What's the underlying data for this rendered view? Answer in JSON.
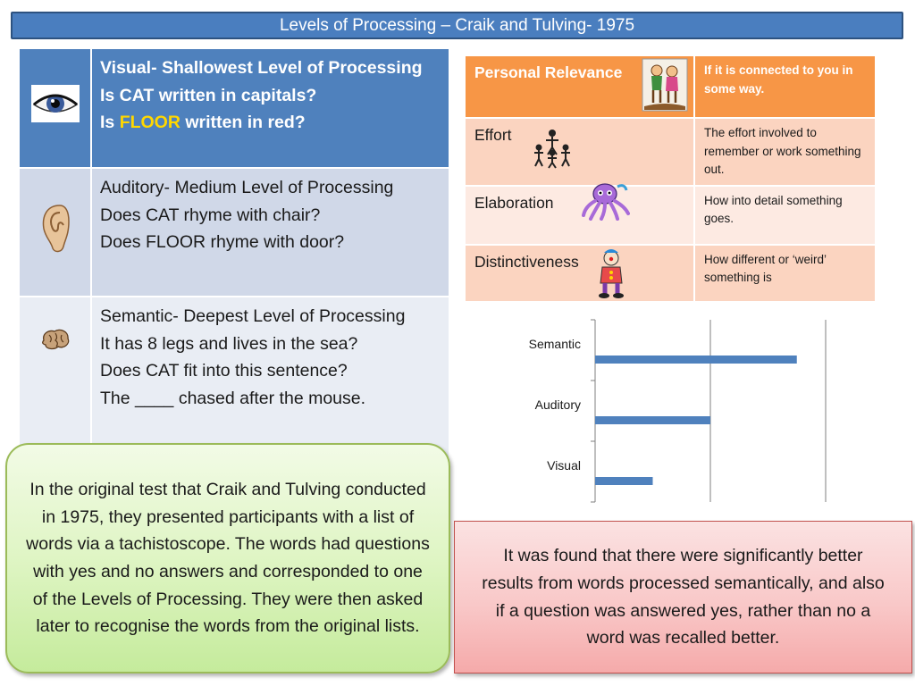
{
  "title": "Levels of Processing – Craik and Tulving- 1975",
  "levels": [
    {
      "icon": "eye-icon",
      "lines": [
        "Visual- Shallowest Level of Processing",
        "Is CAT written in capitals?"
      ],
      "floor_prefix": "Is ",
      "floor_word": "FLOOR",
      "floor_suffix": " written in red?"
    },
    {
      "icon": "ear-icon",
      "lines": [
        "Auditory- Medium Level of Processing",
        "Does CAT rhyme with chair?",
        "Does FLOOR rhyme with door?"
      ]
    },
    {
      "icon": "brain-icon",
      "lines": [
        "Semantic- Deepest Level of Processing",
        "It has 8 legs and lives in the sea?",
        "Does CAT fit into this sentence?",
        "The ____ chased after the mouse."
      ]
    }
  ],
  "factors": [
    {
      "label": "Personal Relevance",
      "desc": "If it is connected to you in some way.",
      "icon": "children-clipart-icon"
    },
    {
      "label": "Effort",
      "desc": "The effort involved to remember  or work something out.",
      "icon": "people-clipart-icon"
    },
    {
      "label": "Elaboration",
      "desc": "How  into detail something goes.",
      "icon": "octopus-clipart-icon"
    },
    {
      "label": "Distinctiveness",
      "desc": "How different or ‘weird’ something is",
      "icon": "clown-clipart-icon"
    }
  ],
  "chart_data": {
    "type": "bar",
    "orientation": "horizontal",
    "categories": [
      "Semantic",
      "Auditory",
      "Visual"
    ],
    "values": [
      3.5,
      2,
      1
    ],
    "xlim": [
      0,
      4
    ],
    "title": "",
    "xlabel": "",
    "ylabel": "",
    "grid": true,
    "colors": {
      "bar": "#4f81bd"
    }
  },
  "original_text": "In the original test that Craik and Tulving conducted in 1975, they presented participants with a list of words via a tachistoscope. The words had questions with yes and no answers and corresponded to one of the Levels of Processing. They were then asked later to recognise the words from the  original lists.",
  "finding_text": "It was found that there were significantly better results from words processed semantically, and also if a question was answered yes, rather than no a word was recalled better."
}
